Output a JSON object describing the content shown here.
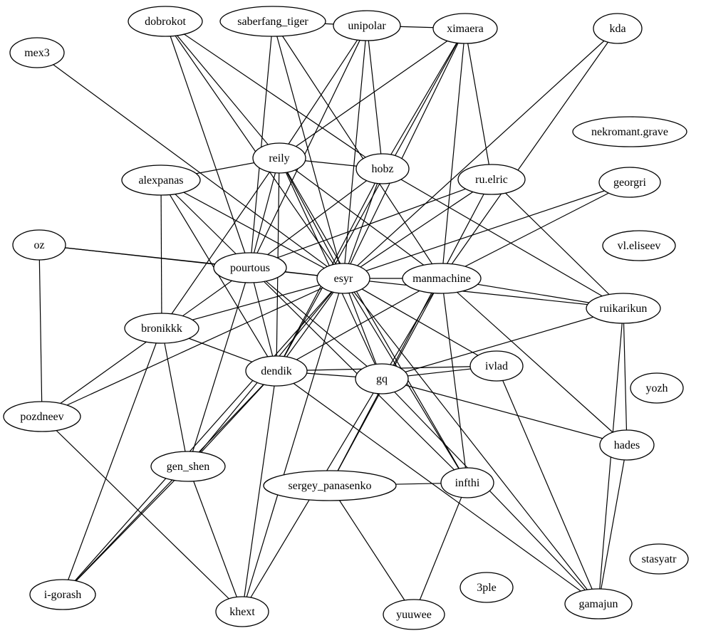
{
  "graph": {
    "nodes": [
      {
        "id": "dobrokot",
        "label": "dobrokot"
      },
      {
        "id": "saberfang_tiger",
        "label": "saberfang_tiger"
      },
      {
        "id": "unipolar",
        "label": "unipolar"
      },
      {
        "id": "ximaera",
        "label": "ximaera"
      },
      {
        "id": "kda",
        "label": "kda"
      },
      {
        "id": "mex3",
        "label": "mex3"
      },
      {
        "id": "nekromant.grave",
        "label": "nekromant.grave"
      },
      {
        "id": "reily",
        "label": "reily"
      },
      {
        "id": "hobz",
        "label": "hobz"
      },
      {
        "id": "alexpanas",
        "label": "alexpanas"
      },
      {
        "id": "ru.elric",
        "label": "ru.elric"
      },
      {
        "id": "georgri",
        "label": "georgri"
      },
      {
        "id": "oz",
        "label": "oz"
      },
      {
        "id": "vl.eliseev",
        "label": "vl.eliseev"
      },
      {
        "id": "pourtous",
        "label": "pourtous"
      },
      {
        "id": "esyr",
        "label": "esyr"
      },
      {
        "id": "manmachine",
        "label": "manmachine"
      },
      {
        "id": "ruikarikun",
        "label": "ruikarikun"
      },
      {
        "id": "bronikkk",
        "label": "bronikkk"
      },
      {
        "id": "ivlad",
        "label": "ivlad"
      },
      {
        "id": "dendik",
        "label": "dendik"
      },
      {
        "id": "gq",
        "label": "gq"
      },
      {
        "id": "yozh",
        "label": "yozh"
      },
      {
        "id": "pozdneev",
        "label": "pozdneev"
      },
      {
        "id": "hades",
        "label": "hades"
      },
      {
        "id": "gen_shen",
        "label": "gen_shen"
      },
      {
        "id": "sergey_panasenko",
        "label": "sergey_panasenko"
      },
      {
        "id": "infthi",
        "label": "infthi"
      },
      {
        "id": "stasyatr",
        "label": "stasyatr"
      },
      {
        "id": "i-gorash",
        "label": "i-gorash"
      },
      {
        "id": "3ple",
        "label": "3ple"
      },
      {
        "id": "khext",
        "label": "khext"
      },
      {
        "id": "yuuwee",
        "label": "yuuwee"
      },
      {
        "id": "gamajun",
        "label": "gamajun"
      }
    ],
    "edges": [
      [
        "saberfang_tiger",
        "unipolar"
      ],
      [
        "unipolar",
        "ximaera"
      ],
      [
        "dobrokot",
        "reily"
      ],
      [
        "dobrokot",
        "pourtous"
      ],
      [
        "dobrokot",
        "hobz"
      ],
      [
        "dobrokot",
        "esyr"
      ],
      [
        "saberfang_tiger",
        "pourtous"
      ],
      [
        "saberfang_tiger",
        "esyr"
      ],
      [
        "saberfang_tiger",
        "manmachine"
      ],
      [
        "unipolar",
        "reily"
      ],
      [
        "unipolar",
        "hobz"
      ],
      [
        "unipolar",
        "pourtous"
      ],
      [
        "unipolar",
        "esyr"
      ],
      [
        "ximaera",
        "reily"
      ],
      [
        "ximaera",
        "hobz"
      ],
      [
        "ximaera",
        "ru.elric"
      ],
      [
        "ximaera",
        "esyr"
      ],
      [
        "ximaera",
        "dendik"
      ],
      [
        "ximaera",
        "manmachine"
      ],
      [
        "kda",
        "esyr"
      ],
      [
        "kda",
        "manmachine"
      ],
      [
        "mex3",
        "esyr"
      ],
      [
        "reily",
        "alexpanas"
      ],
      [
        "reily",
        "hobz"
      ],
      [
        "reily",
        "pourtous"
      ],
      [
        "reily",
        "esyr"
      ],
      [
        "reily",
        "manmachine"
      ],
      [
        "reily",
        "dendik"
      ],
      [
        "reily",
        "gq"
      ],
      [
        "reily",
        "bronikkk"
      ],
      [
        "reily",
        "infthi"
      ],
      [
        "hobz",
        "pourtous"
      ],
      [
        "hobz",
        "esyr"
      ],
      [
        "hobz",
        "dendik"
      ],
      [
        "hobz",
        "ruikarikun"
      ],
      [
        "alexpanas",
        "pourtous"
      ],
      [
        "alexpanas",
        "esyr"
      ],
      [
        "alexpanas",
        "bronikkk"
      ],
      [
        "alexpanas",
        "dendik"
      ],
      [
        "ru.elric",
        "pourtous"
      ],
      [
        "ru.elric",
        "esyr"
      ],
      [
        "ru.elric",
        "ruikarikun"
      ],
      [
        "ru.elric",
        "sergey_panasenko"
      ],
      [
        "georgri",
        "esyr"
      ],
      [
        "georgri",
        "manmachine"
      ],
      [
        "oz",
        "pourtous"
      ],
      [
        "oz",
        "esyr"
      ],
      [
        "oz",
        "pozdneev"
      ],
      [
        "pourtous",
        "esyr"
      ],
      [
        "pourtous",
        "pozdneev"
      ],
      [
        "pourtous",
        "gen_shen"
      ],
      [
        "pourtous",
        "dendik"
      ],
      [
        "pourtous",
        "gq"
      ],
      [
        "pourtous",
        "infthi"
      ],
      [
        "esyr",
        "manmachine"
      ],
      [
        "esyr",
        "ruikarikun"
      ],
      [
        "esyr",
        "bronikkk"
      ],
      [
        "esyr",
        "dendik"
      ],
      [
        "esyr",
        "gq"
      ],
      [
        "esyr",
        "ivlad"
      ],
      [
        "esyr",
        "gen_shen"
      ],
      [
        "esyr",
        "pozdneev"
      ],
      [
        "esyr",
        "infthi"
      ],
      [
        "esyr",
        "i-gorash"
      ],
      [
        "esyr",
        "khext"
      ],
      [
        "esyr",
        "gamajun"
      ],
      [
        "manmachine",
        "ruikarikun"
      ],
      [
        "manmachine",
        "gq"
      ],
      [
        "manmachine",
        "dendik"
      ],
      [
        "manmachine",
        "hades"
      ],
      [
        "manmachine",
        "infthi"
      ],
      [
        "manmachine",
        "sergey_panasenko"
      ],
      [
        "ruikarikun",
        "gq"
      ],
      [
        "ruikarikun",
        "hades"
      ],
      [
        "ruikarikun",
        "gamajun"
      ],
      [
        "bronikkk",
        "dendik"
      ],
      [
        "bronikkk",
        "gen_shen"
      ],
      [
        "bronikkk",
        "i-gorash"
      ],
      [
        "dendik",
        "gq"
      ],
      [
        "dendik",
        "ivlad"
      ],
      [
        "dendik",
        "gen_shen"
      ],
      [
        "dendik",
        "khext"
      ],
      [
        "dendik",
        "i-gorash"
      ],
      [
        "dendik",
        "gamajun"
      ],
      [
        "gq",
        "ivlad"
      ],
      [
        "gq",
        "hades"
      ],
      [
        "gq",
        "khext"
      ],
      [
        "gq",
        "gamajun"
      ],
      [
        "ivlad",
        "gamajun"
      ],
      [
        "hades",
        "gamajun"
      ],
      [
        "sergey_panasenko",
        "infthi"
      ],
      [
        "sergey_panasenko",
        "yuuwee"
      ],
      [
        "infthi",
        "yuuwee"
      ],
      [
        "pozdneev",
        "khext"
      ],
      [
        "gen_shen",
        "khext"
      ],
      [
        "gen_shen",
        "i-gorash"
      ]
    ]
  }
}
